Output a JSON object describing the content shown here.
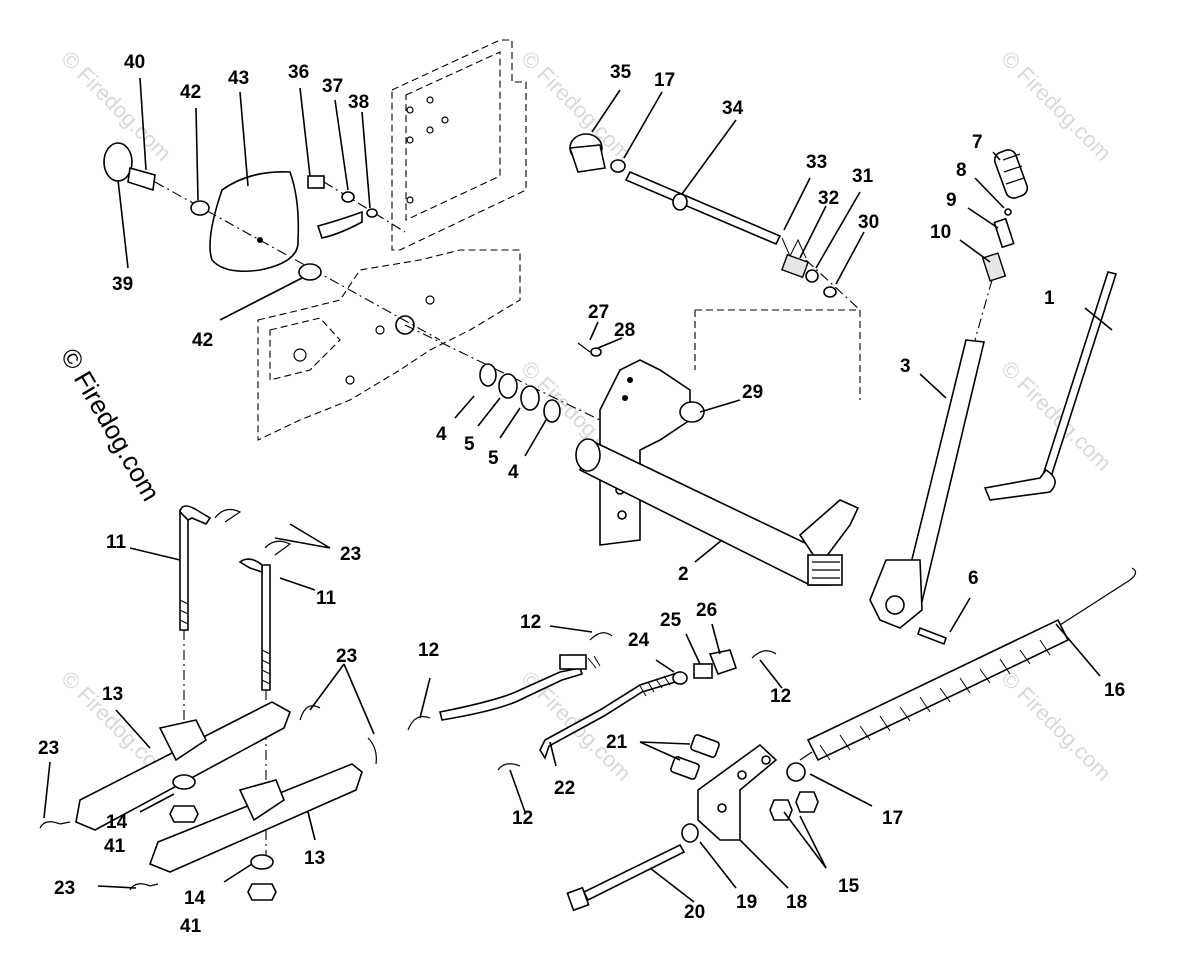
{
  "diagram": {
    "watermark": "© Firedog.com",
    "callouts": [
      "1",
      "2",
      "3",
      "4",
      "4",
      "5",
      "5",
      "6",
      "7",
      "8",
      "9",
      "10",
      "11",
      "11",
      "12",
      "12",
      "12",
      "12",
      "13",
      "13",
      "14",
      "14",
      "15",
      "16",
      "17",
      "17",
      "18",
      "19",
      "20",
      "21",
      "22",
      "23",
      "23",
      "23",
      "23",
      "24",
      "25",
      "26",
      "27",
      "28",
      "29",
      "30",
      "31",
      "32",
      "33",
      "34",
      "35",
      "36",
      "37",
      "38",
      "39",
      "40",
      "41",
      "41",
      "42",
      "42",
      "43"
    ]
  }
}
